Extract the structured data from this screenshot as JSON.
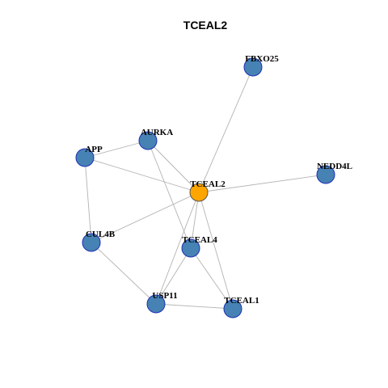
{
  "title": "TCEAL2",
  "colors": {
    "hub_fill": "#FFA500",
    "node_fill": "#4682B4",
    "node_stroke": "#1F2FB5",
    "hub_stroke": "#555555",
    "edge": "#B3B3B3"
  },
  "nodes": [
    {
      "id": "TCEAL2",
      "label": "TCEAL2",
      "hub": true
    },
    {
      "id": "FBXO25",
      "label": "FBXO25",
      "hub": false
    },
    {
      "id": "AURKA",
      "label": "AURKA",
      "hub": false
    },
    {
      "id": "APP",
      "label": "APP",
      "hub": false
    },
    {
      "id": "NEDD4L",
      "label": "NEDD4L",
      "hub": false
    },
    {
      "id": "CUL4B",
      "label": "CUL4B",
      "hub": false
    },
    {
      "id": "TCEAL4",
      "label": "TCEAL4",
      "hub": false
    },
    {
      "id": "USP11",
      "label": "USP11",
      "hub": false
    },
    {
      "id": "TCEAL1",
      "label": "TCEAL1",
      "hub": false
    }
  ],
  "edges": [
    [
      "TCEAL2",
      "FBXO25"
    ],
    [
      "TCEAL2",
      "AURKA"
    ],
    [
      "TCEAL2",
      "APP"
    ],
    [
      "TCEAL2",
      "NEDD4L"
    ],
    [
      "TCEAL2",
      "CUL4B"
    ],
    [
      "TCEAL2",
      "TCEAL4"
    ],
    [
      "TCEAL2",
      "USP11"
    ],
    [
      "TCEAL2",
      "TCEAL1"
    ],
    [
      "APP",
      "AURKA"
    ],
    [
      "APP",
      "CUL4B"
    ],
    [
      "AURKA",
      "TCEAL4"
    ],
    [
      "CUL4B",
      "USP11"
    ],
    [
      "TCEAL4",
      "USP11"
    ],
    [
      "TCEAL4",
      "TCEAL1"
    ],
    [
      "USP11",
      "TCEAL1"
    ]
  ]
}
